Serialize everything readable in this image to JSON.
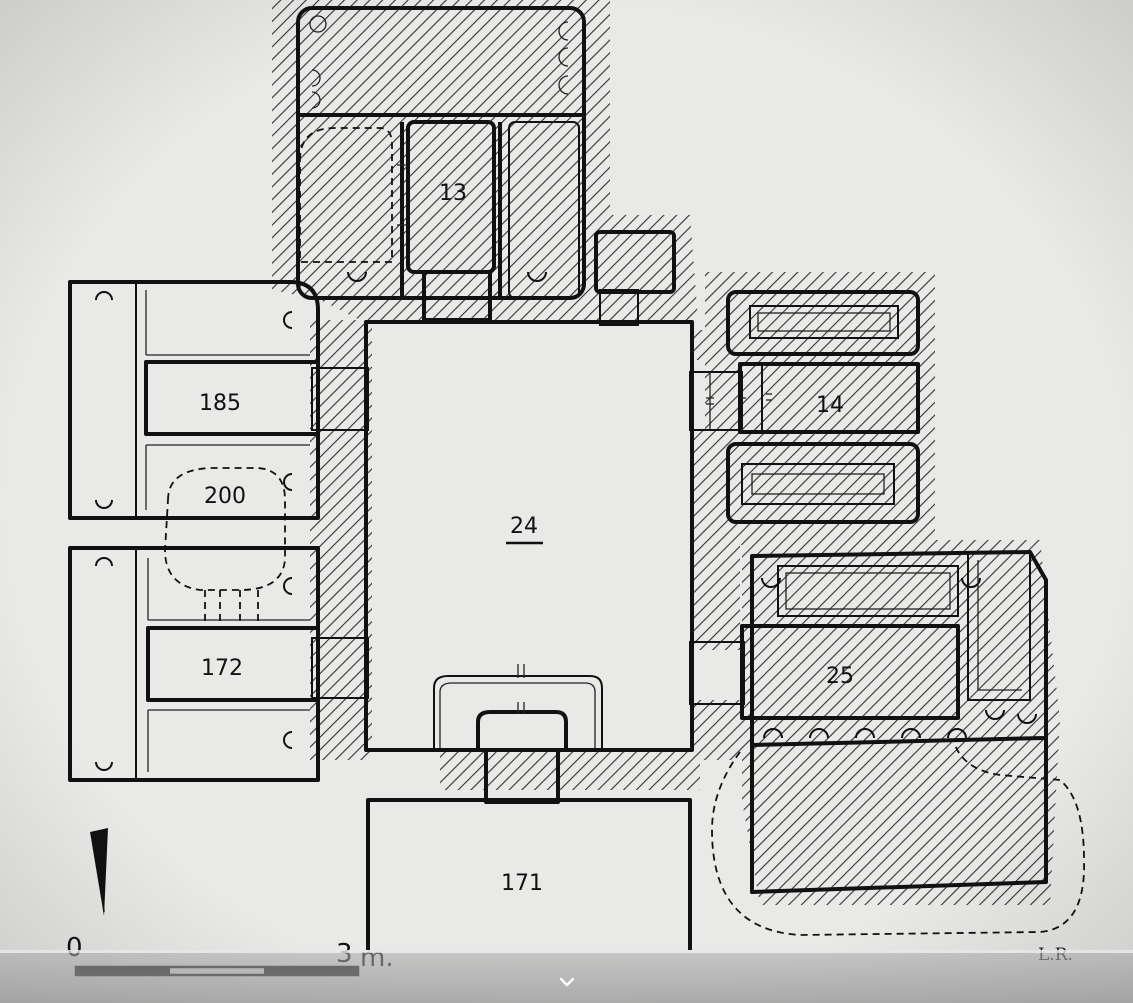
{
  "rooms": {
    "r13": "13",
    "r185": "185",
    "r200": "200",
    "r172": "172",
    "r24": "24",
    "r14": "14",
    "r25": "25",
    "r171": "171"
  },
  "scale": {
    "zero": "0",
    "three": "3",
    "unit": "m."
  },
  "credit": "L.R.",
  "ui": {
    "chevron_icon": "chevron-down-icon"
  }
}
